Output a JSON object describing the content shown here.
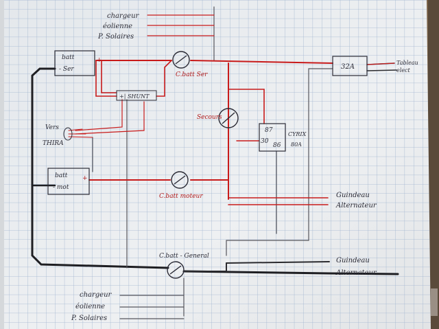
{
  "colors": {
    "paper": "#e9ecef",
    "grid": "#9fb3cf",
    "red_wire": "#c81a1a",
    "black_wire": "#1e1e22",
    "gray_wire": "#6a6a72",
    "frame_wood": "#7a6248"
  },
  "labels": {
    "top_chargeur": "chargeur",
    "top_eolienne": "éolienne",
    "top_psolaires": "P. Solaires",
    "batt_ser_line1": "batt",
    "batt_ser_line2": "- Ser",
    "batt_ser_plus": "+",
    "batt_mot_line1": "batt",
    "batt_mot_line2": "- mot",
    "batt_mot_plus": "+",
    "shunt": "+| SHUNT",
    "vers": "Vers",
    "thira": "THIRA",
    "cbatt_ser": "C.batt Ser",
    "secours": "Secours",
    "relay_87": "87",
    "relay_30": "30",
    "relay_86": "86",
    "cyrix_1": "CYRIX",
    "cyrix_2": "80A",
    "cbatt_moteur": "C.batt moteur",
    "cbatt_general": "C.batt - General",
    "fuse_32a": "32A",
    "tableau": "Tableau",
    "elect": "elect",
    "guindeau_1": "Guindeau",
    "alternateur_1": "Alternateur",
    "guindeau_2": "Guindeau",
    "alternateur_2": "Alternateur",
    "bot_chargeur": "chargeur",
    "bot_eolienne": "éolienne",
    "bot_psolaires": "P. Solaires"
  }
}
